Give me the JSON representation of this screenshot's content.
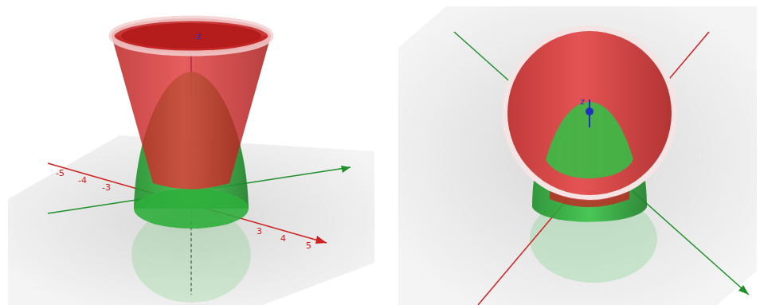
{
  "diagram": {
    "labels": [
      "z",
      "-5",
      "-4",
      "-3",
      "3",
      "4",
      "5",
      "z"
    ]
  }
}
